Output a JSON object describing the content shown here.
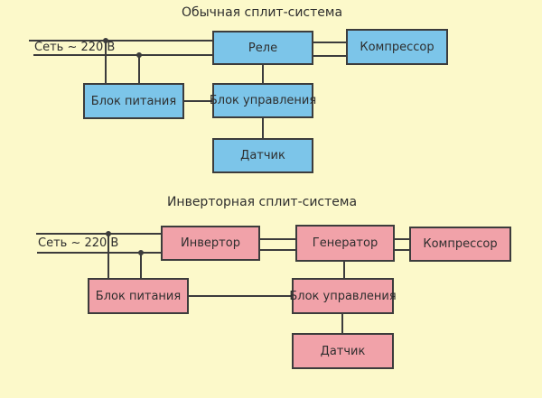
{
  "palette": {
    "background": "#FCF9CA",
    "line": "#3C3C3C",
    "text": "#2E2E2E",
    "blue": "#7CC5E9",
    "pink": "#F1A2A9"
  },
  "diagrams": {
    "conventional": {
      "title": "Обычная сплит-система",
      "mains_label": "Сеть ~ 220 В",
      "boxes": {
        "relay": "Реле",
        "compressor": "Компрессор",
        "power_supply": "Блок питания",
        "control_unit": "Блок управления",
        "sensor": "Датчик"
      }
    },
    "inverter": {
      "title": "Инверторная сплит-система",
      "mains_label": "Сеть ~ 220 В",
      "boxes": {
        "inverter": "Инвертор",
        "generator": "Генератор",
        "compressor": "Компрессор",
        "power_supply": "Блок питания",
        "control_unit": "Блок управления",
        "sensor": "Датчик"
      }
    }
  }
}
